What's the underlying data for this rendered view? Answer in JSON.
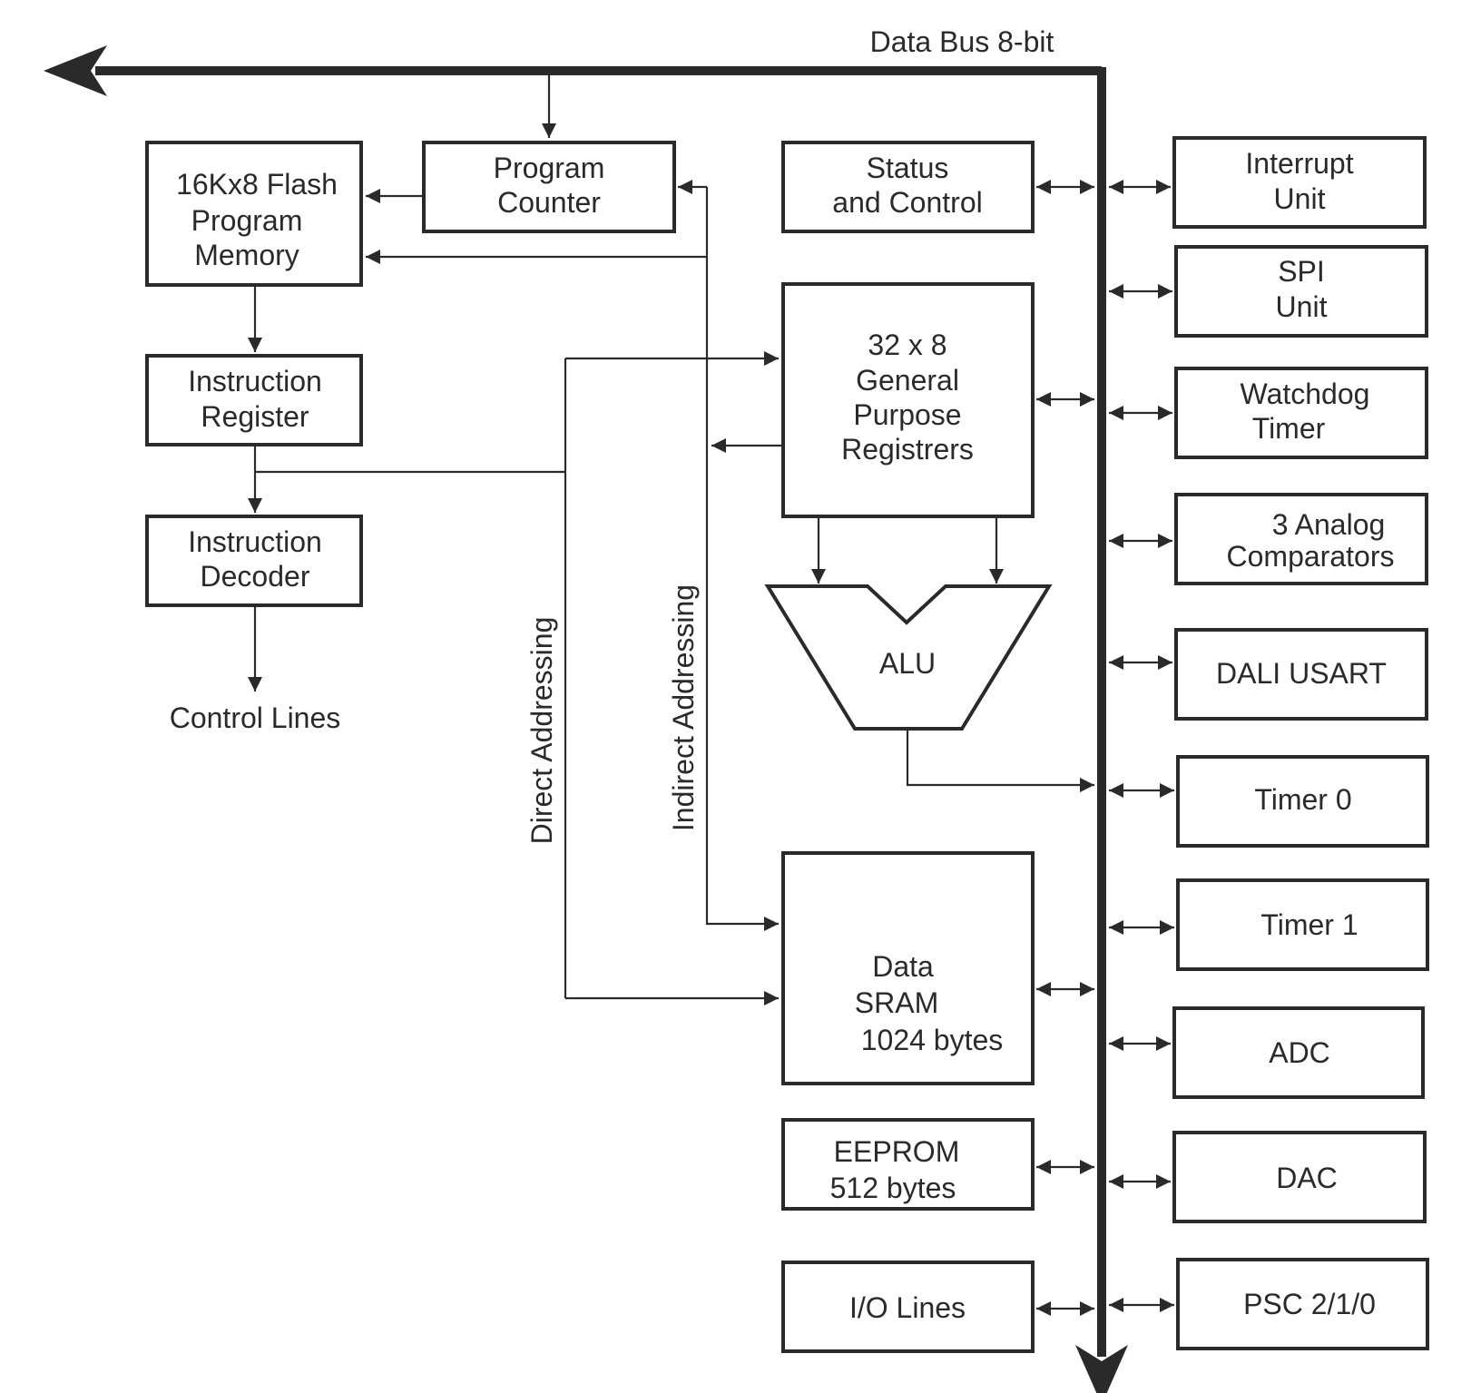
{
  "bus": {
    "label": "Data Bus 8-bit"
  },
  "blocks": {
    "flash": [
      "16Kx8 Flash",
      "Program",
      "Memory"
    ],
    "pc": [
      "Program",
      "Counter"
    ],
    "ir": [
      "Instruction",
      "Register"
    ],
    "decoder": [
      "Instruction",
      "Decoder"
    ],
    "status": [
      "Status",
      "and Control"
    ],
    "gpr": [
      "32 x 8",
      "General",
      "Purpose",
      "Registrers"
    ],
    "alu": [
      "ALU"
    ],
    "sram": [
      "Data",
      "SRAM",
      "1024 bytes"
    ],
    "eeprom": [
      "EEPROM",
      "512 bytes"
    ],
    "io": [
      "I/O Lines"
    ]
  },
  "peripherals": {
    "interrupt": [
      "Interrupt",
      "Unit"
    ],
    "spi": [
      "SPI",
      "Unit"
    ],
    "watchdog": [
      "Watchdog",
      "Timer"
    ],
    "comparators": [
      "3 Analog",
      "Comparators"
    ],
    "dali": [
      "DALI USART"
    ],
    "timer0": [
      "Timer 0"
    ],
    "timer1": [
      "Timer 1"
    ],
    "adc": [
      "ADC"
    ],
    "dac": [
      "DAC"
    ],
    "psc": [
      "PSC 2/1/0"
    ]
  },
  "labels": {
    "control_lines": "Control Lines",
    "direct_addressing": "Direct Addressing",
    "indirect_addressing": "Indirect Addressing"
  },
  "colors": {
    "ink": "#2a2a2a",
    "background": "#ffffff"
  }
}
